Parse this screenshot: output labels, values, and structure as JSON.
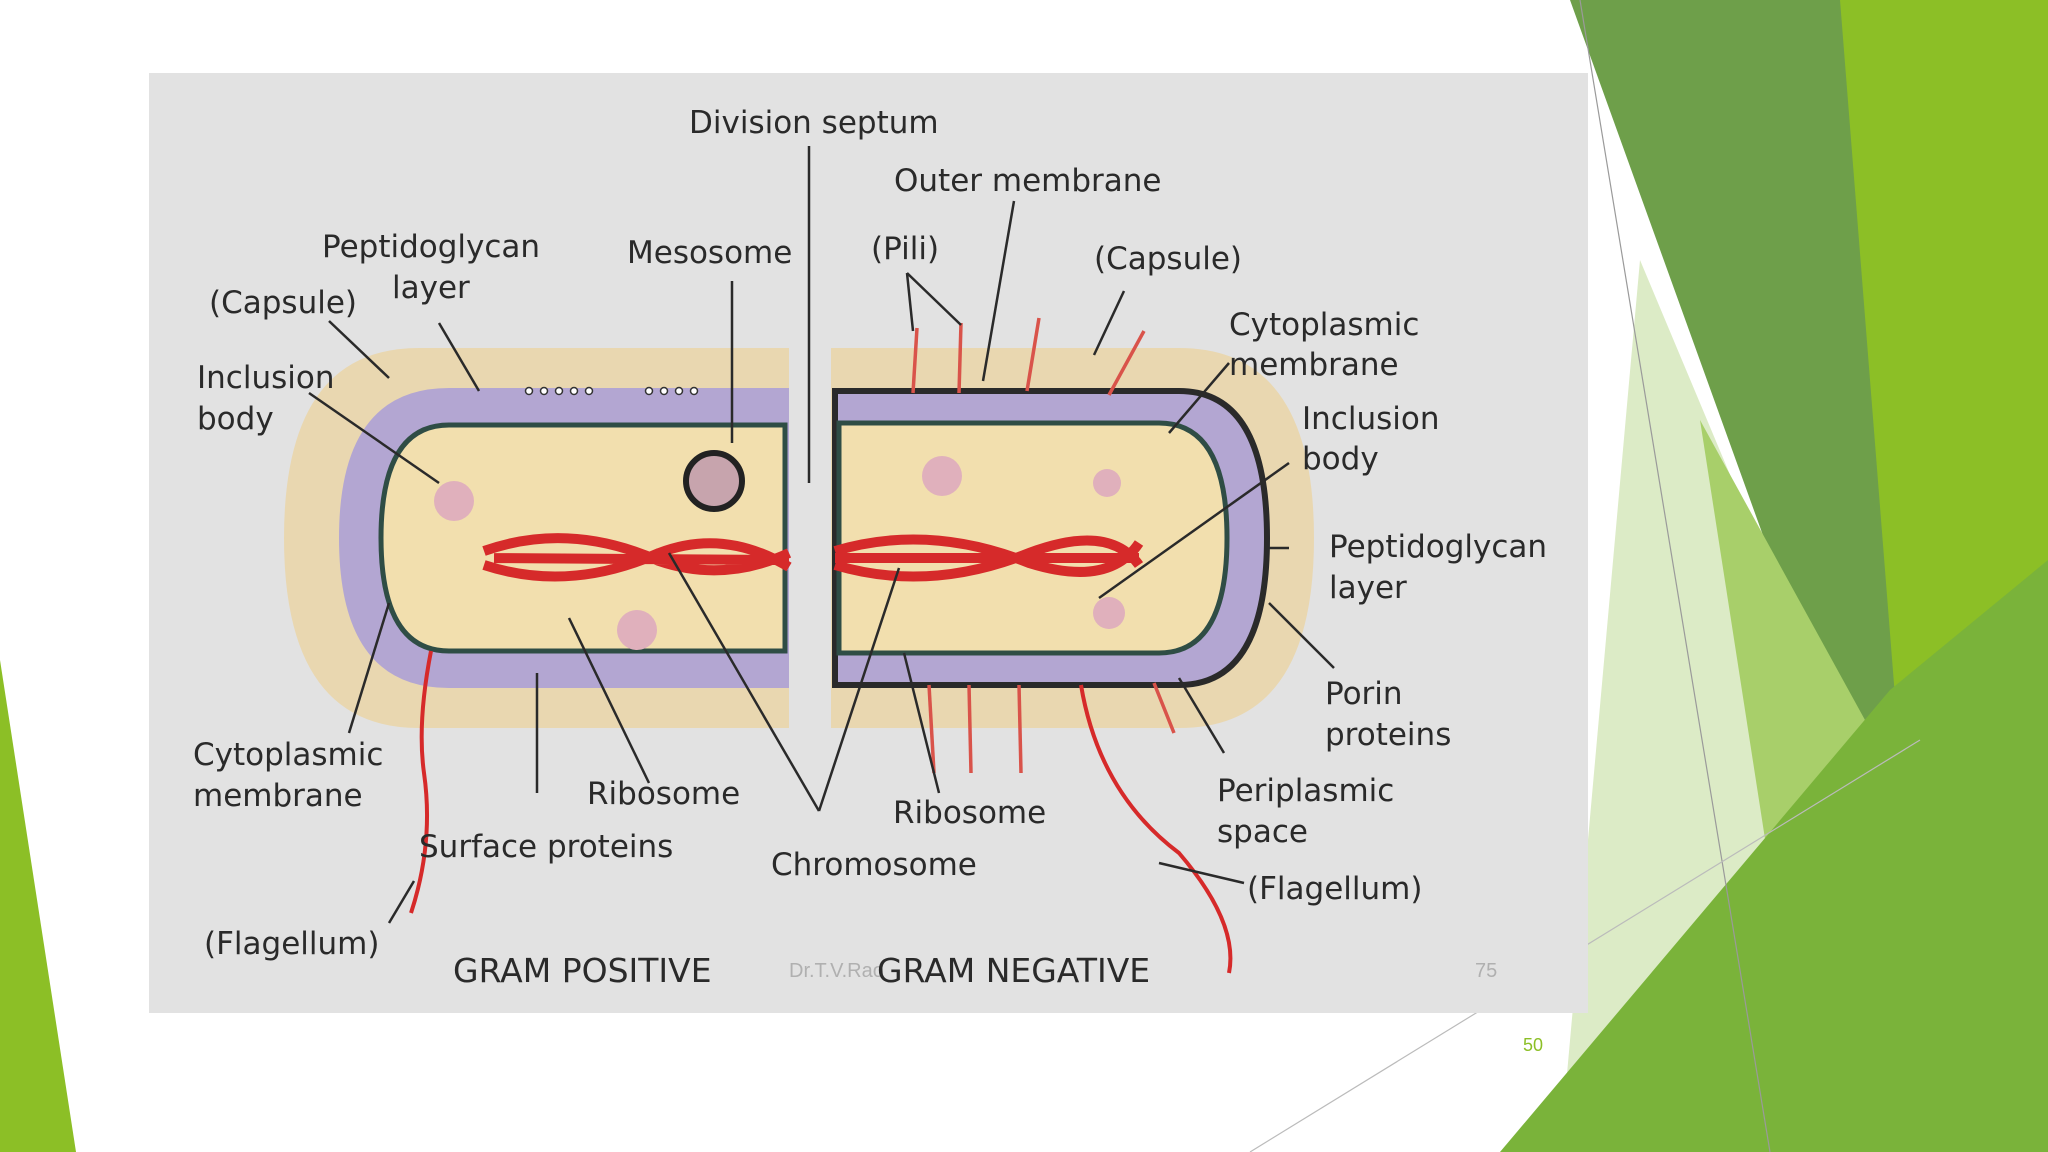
{
  "slide": {
    "page_number": "50"
  },
  "colors": {
    "accent_green": "#8cbf26",
    "dark_green": "#5a9a2a",
    "capsule": "#e9d7b0",
    "peptidoglycan": "#b3a6d2",
    "cytoplasm": "#f2dfae",
    "chromosome": "#d62a2a"
  },
  "figure": {
    "labels": {
      "division_septum": "Division septum",
      "outer_membrane": "Outer membrane",
      "mesosome": "Mesosome",
      "pili": "(Pili)",
      "capsule_neg": "(Capsule)",
      "peptidoglycan_pos_1": "Peptidoglycan",
      "peptidoglycan_pos_2": "layer",
      "capsule_pos": "(Capsule)",
      "inclusion_pos_1": "Inclusion",
      "inclusion_pos_2": "body",
      "cytoplasmic_neg_1": "Cytoplasmic",
      "cytoplasmic_neg_2": "membrane",
      "inclusion_neg_1": "Inclusion",
      "inclusion_neg_2": "body",
      "peptidoglycan_neg_1": "Peptidoglycan",
      "peptidoglycan_neg_2": "layer",
      "porin_1": "Porin",
      "porin_2": "proteins",
      "cytoplasmic_pos_1": "Cytoplasmic",
      "cytoplasmic_pos_2": "membrane",
      "ribosome_pos": "Ribosome",
      "ribosome_neg": "Ribosome",
      "periplasmic_1": "Periplasmic",
      "periplasmic_2": "space",
      "surface_proteins": "Surface proteins",
      "chromosome": "Chromosome",
      "flagellum_neg": "(Flagellum)",
      "flagellum_pos": "(Flagellum)"
    },
    "captions": {
      "gram_positive": "GRAM POSITIVE",
      "gram_negative": "GRAM NEGATIVE"
    },
    "watermark": "Dr.T.V.Rao",
    "figure_page": "75"
  }
}
